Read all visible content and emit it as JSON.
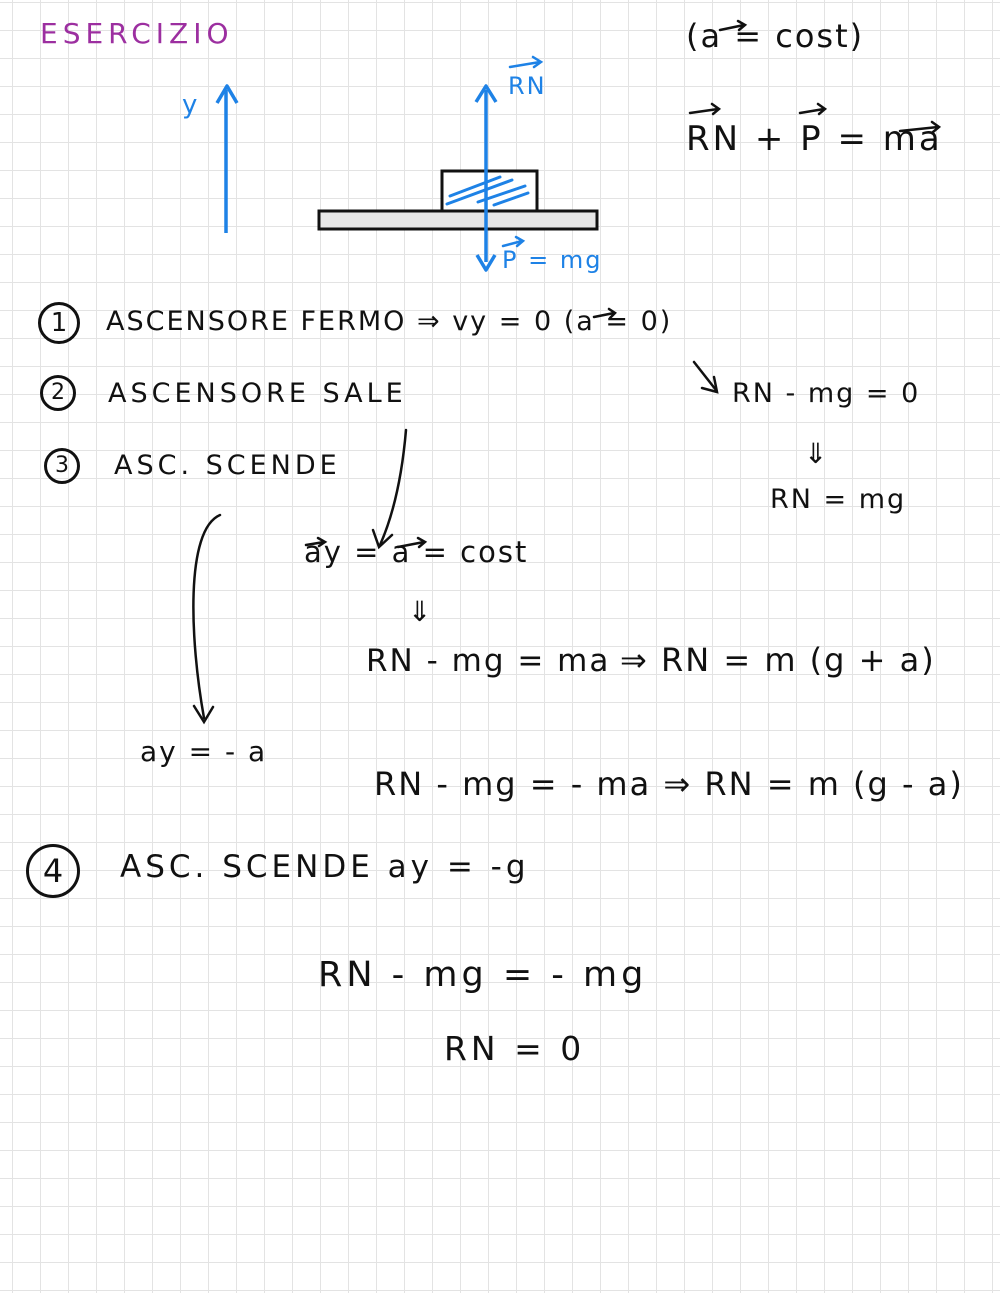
{
  "title": "ESERCIZIO",
  "diagram": {
    "axis_label": "y",
    "force_up": "RN",
    "force_down": "P = mg"
  },
  "top_right": {
    "condition": "(a = cost)",
    "equation": "RN + P = ma"
  },
  "cases": [
    {
      "number": "1",
      "text": "ASCENSORE FERMO ⇒ vy = 0 (a = 0)"
    },
    {
      "number": "2",
      "text": "ASCENSORE SALE"
    },
    {
      "number": "3",
      "text": "ASC. SCENDE"
    },
    {
      "number": "4",
      "text": "ASC. SCENDE ay = -g"
    }
  ],
  "case1": {
    "arrow": "⇓",
    "eq1": "RN - mg = 0",
    "arrow2": "⇓",
    "eq2": "RN = mg"
  },
  "case2": {
    "eq1": "ay = a = cost",
    "arrow": "⇓",
    "eq2": "RN - mg = ma",
    "eq3": "⇒ RN = m (g + a)"
  },
  "case3": {
    "eq1": "ay = - a",
    "eq2": "RN - mg = - ma ⇒ RN = m (g - a)"
  },
  "case4": {
    "eq1": "RN - mg = - mg",
    "eq2": "RN = 0"
  },
  "colors": {
    "title": "#9c2fa0",
    "diagram": "#1e82e6",
    "ink": "#111111"
  }
}
